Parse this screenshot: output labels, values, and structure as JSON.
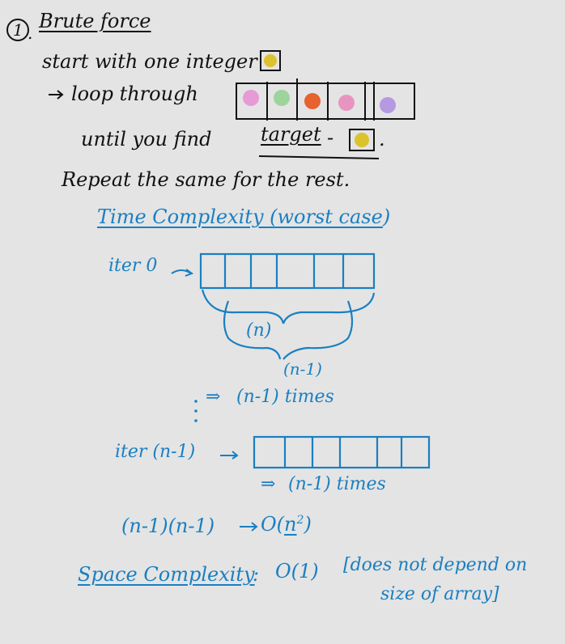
{
  "colors": {
    "background": "#e4e4e4",
    "ink_black": "#111111",
    "ink_blue": "#1a7fc1",
    "dot_yellow": "#dcc32e",
    "dot_pink": "#e69ad6",
    "dot_green": "#9dd49c",
    "dot_orange": "#e6622e",
    "dot_rose": "#e795c0",
    "dot_purple": "#b59ae2"
  },
  "section": {
    "number": "1",
    "title": "Brute force"
  },
  "steps": {
    "start": "start with one integer",
    "loop": "loop through",
    "until": "until you find",
    "target": "target",
    "dash": "-",
    "period": ".",
    "repeat": "Repeat the same for the rest."
  },
  "time": {
    "title_prefix": "Time Complexity (",
    "title_case": "worst case",
    "title_suffix": ")",
    "iter0": "iter 0",
    "brace_n": "(n)",
    "n_minus_1": "(n-1)",
    "times1": "(n-1) times",
    "iter_last": "iter (n-1)",
    "times2": "(n-1) times",
    "product_lhs": "(n-1)(n-1)",
    "product_big_o": "O(",
    "product_n": "n",
    "product_exp": "2",
    "product_close": ")"
  },
  "space": {
    "label": "Space Complexity",
    "colon": ":",
    "value": "O(1)",
    "note_line1": "[does not depend on",
    "note_line2": "size of array]"
  },
  "icons": [
    "arrow-right-icon",
    "implies-arrow-icon",
    "brace-icon",
    "vertical-dots-icon"
  ]
}
